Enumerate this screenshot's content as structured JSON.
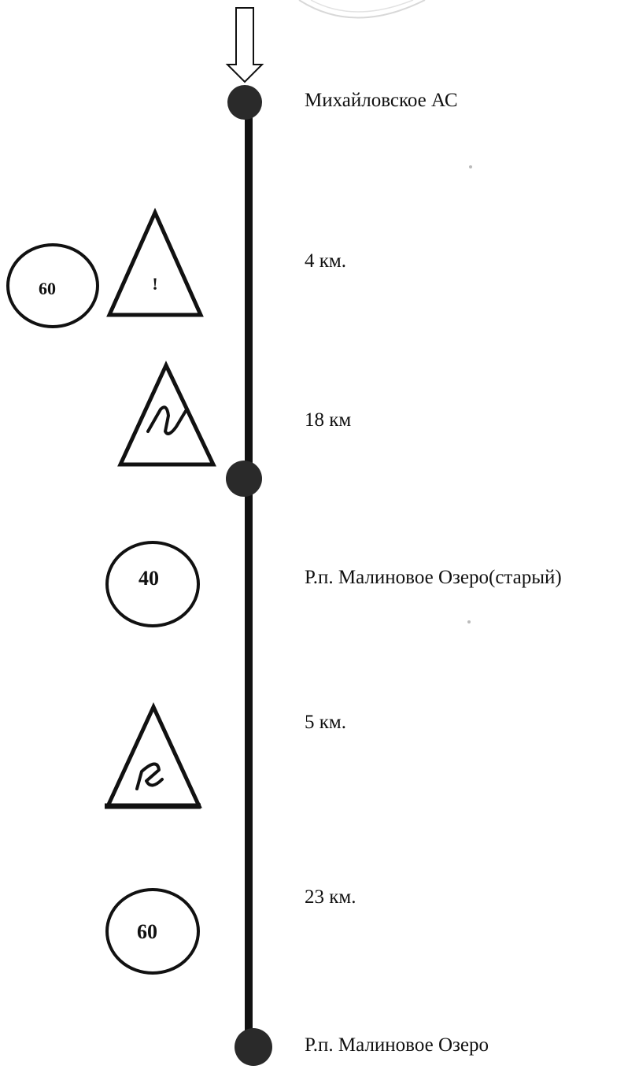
{
  "stops": [
    {
      "name": "Михайловское АС"
    },
    {
      "name": "Р.п. Малиновое Озеро(старый)"
    },
    {
      "name": "Р.п. Малиновое Озеро"
    }
  ],
  "distances": [
    {
      "text": "4 км."
    },
    {
      "text": "18 км"
    },
    {
      "text": "5 км."
    },
    {
      "text": "23 км."
    }
  ],
  "signs": [
    {
      "type": "speed-limit",
      "value": "60"
    },
    {
      "type": "warning-danger",
      "symbol": "!"
    },
    {
      "type": "warning-curve"
    },
    {
      "type": "speed-limit",
      "value": "40"
    },
    {
      "type": "warning-curve"
    },
    {
      "type": "speed-limit",
      "value": "60"
    }
  ],
  "colors": {
    "route": "#111111",
    "stop": "#2a2a2a"
  }
}
